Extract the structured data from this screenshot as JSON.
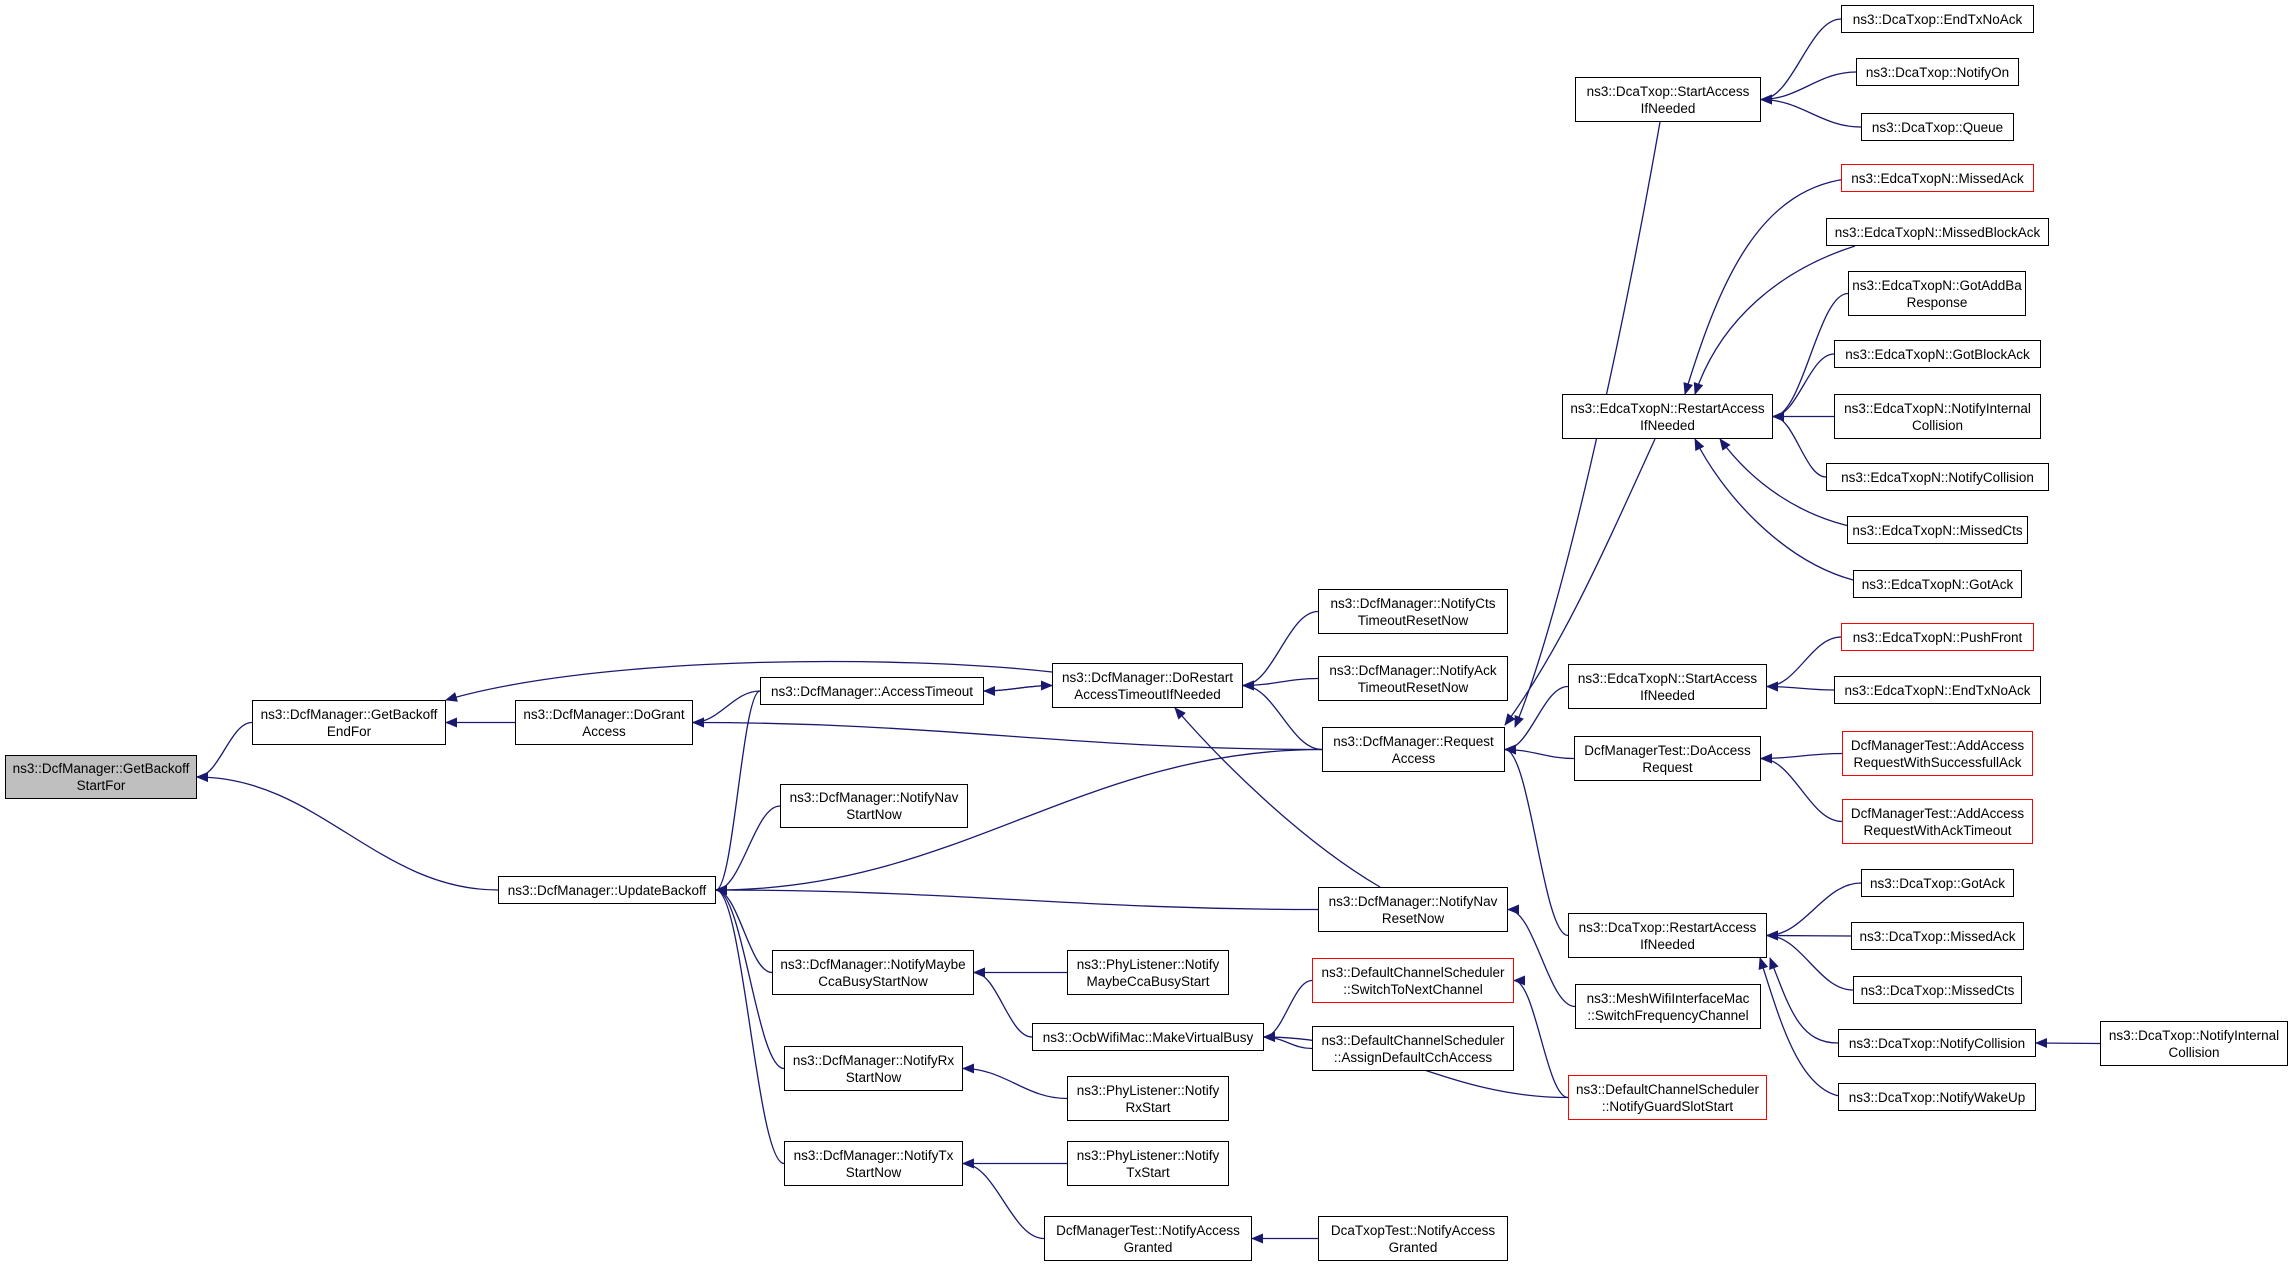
{
  "colors": {
    "edge": "#191970",
    "border": "#000000",
    "incomplete_border": "#ff0000",
    "focus_fill": "#bfbfbf"
  },
  "nodes": [
    {
      "id": "n00",
      "label": "ns3::DcfManager::GetBackoff\nStartFor",
      "style": "focus"
    },
    {
      "id": "n01",
      "label": "ns3::DcfManager::GetBackoff\nEndFor"
    },
    {
      "id": "n02",
      "label": "ns3::DcfManager::UpdateBackoff"
    },
    {
      "id": "n03",
      "label": "ns3::DcfManager::DoGrant\nAccess"
    },
    {
      "id": "n04",
      "label": "ns3::DcfManager::AccessTimeout"
    },
    {
      "id": "n05",
      "label": "ns3::DcfManager::NotifyNav\nStartNow"
    },
    {
      "id": "n06",
      "label": "ns3::DcfManager::NotifyMaybe\nCcaBusyStartNow"
    },
    {
      "id": "n07",
      "label": "ns3::DcfManager::NotifyRx\nStartNow"
    },
    {
      "id": "n08",
      "label": "ns3::DcfManager::NotifyTx\nStartNow"
    },
    {
      "id": "n09",
      "label": "ns3::DcfManager::DoRestart\nAccessTimeoutIfNeeded"
    },
    {
      "id": "n10",
      "label": "ns3::PhyListener::Notify\nMaybeCcaBusyStart"
    },
    {
      "id": "n11",
      "label": "ns3::OcbWifiMac::MakeVirtualBusy"
    },
    {
      "id": "n12",
      "label": "ns3::PhyListener::Notify\nRxStart"
    },
    {
      "id": "n13",
      "label": "ns3::PhyListener::Notify\nTxStart"
    },
    {
      "id": "n14",
      "label": "DcfManagerTest::NotifyAccess\nGranted"
    },
    {
      "id": "n15",
      "label": "ns3::DcfManager::NotifyCts\nTimeoutResetNow"
    },
    {
      "id": "n16",
      "label": "ns3::DcfManager::NotifyAck\nTimeoutResetNow"
    },
    {
      "id": "n17",
      "label": "ns3::DcfManager::Request\nAccess"
    },
    {
      "id": "n18",
      "label": "ns3::DcfManager::NotifyNav\nResetNow"
    },
    {
      "id": "n19",
      "label": "ns3::DefaultChannelScheduler\n::SwitchToNextChannel",
      "style": "red"
    },
    {
      "id": "n20",
      "label": "ns3::DefaultChannelScheduler\n::AssignDefaultCchAccess"
    },
    {
      "id": "n21",
      "label": "DcaTxopTest::NotifyAccess\nGranted"
    },
    {
      "id": "n22",
      "label": "ns3::DcaTxop::StartAccess\nIfNeeded"
    },
    {
      "id": "n23",
      "label": "ns3::EdcaTxopN::RestartAccess\nIfNeeded"
    },
    {
      "id": "n24",
      "label": "ns3::EdcaTxopN::StartAccess\nIfNeeded"
    },
    {
      "id": "n25",
      "label": "DcfManagerTest::DoAccess\nRequest"
    },
    {
      "id": "n26",
      "label": "ns3::DcaTxop::RestartAccess\nIfNeeded"
    },
    {
      "id": "n27",
      "label": "ns3::MeshWifiInterfaceMac\n::SwitchFrequencyChannel"
    },
    {
      "id": "n28",
      "label": "ns3::DefaultChannelScheduler\n::NotifyGuardSlotStart",
      "style": "red"
    },
    {
      "id": "n29",
      "label": "ns3::DcaTxop::EndTxNoAck"
    },
    {
      "id": "n30",
      "label": "ns3::DcaTxop::NotifyOn"
    },
    {
      "id": "n31",
      "label": "ns3::DcaTxop::Queue"
    },
    {
      "id": "n32",
      "label": "ns3::EdcaTxopN::MissedAck",
      "style": "red"
    },
    {
      "id": "n33",
      "label": "ns3::EdcaTxopN::MissedBlockAck"
    },
    {
      "id": "n34",
      "label": "ns3::EdcaTxopN::GotAddBa\nResponse"
    },
    {
      "id": "n35",
      "label": "ns3::EdcaTxopN::GotBlockAck"
    },
    {
      "id": "n36",
      "label": "ns3::EdcaTxopN::NotifyInternal\nCollision"
    },
    {
      "id": "n37",
      "label": "ns3::EdcaTxopN::NotifyCollision"
    },
    {
      "id": "n38",
      "label": "ns3::EdcaTxopN::MissedCts"
    },
    {
      "id": "n39",
      "label": "ns3::EdcaTxopN::GotAck"
    },
    {
      "id": "n40",
      "label": "ns3::EdcaTxopN::PushFront",
      "style": "red"
    },
    {
      "id": "n41",
      "label": "ns3::EdcaTxopN::EndTxNoAck"
    },
    {
      "id": "n42",
      "label": "DcfManagerTest::AddAccess\nRequestWithSuccessfullAck",
      "style": "red"
    },
    {
      "id": "n43",
      "label": "DcfManagerTest::AddAccess\nRequestWithAckTimeout",
      "style": "red"
    },
    {
      "id": "n44",
      "label": "ns3::DcaTxop::GotAck"
    },
    {
      "id": "n45",
      "label": "ns3::DcaTxop::MissedAck"
    },
    {
      "id": "n46",
      "label": "ns3::DcaTxop::MissedCts"
    },
    {
      "id": "n47",
      "label": "ns3::DcaTxop::NotifyCollision"
    },
    {
      "id": "n48",
      "label": "ns3::DcaTxop::NotifyWakeUp"
    },
    {
      "id": "n49",
      "label": "ns3::DcaTxop::NotifyInternal\nCollision"
    }
  ],
  "edges": [
    [
      "n01",
      "n00"
    ],
    [
      "n02",
      "n00"
    ],
    [
      "n03",
      "n01"
    ],
    [
      "n09",
      "n01"
    ],
    [
      "n04",
      "n02"
    ],
    [
      "n05",
      "n02"
    ],
    [
      "n06",
      "n02"
    ],
    [
      "n07",
      "n02"
    ],
    [
      "n08",
      "n02"
    ],
    [
      "n17",
      "n02"
    ],
    [
      "n18",
      "n02"
    ],
    [
      "n04",
      "n03"
    ],
    [
      "n17",
      "n03"
    ],
    [
      "n09",
      "n04"
    ],
    [
      "n10",
      "n06"
    ],
    [
      "n11",
      "n06"
    ],
    [
      "n12",
      "n07"
    ],
    [
      "n13",
      "n08"
    ],
    [
      "n14",
      "n08"
    ],
    [
      "n04",
      "n09"
    ],
    [
      "n15",
      "n09"
    ],
    [
      "n16",
      "n09"
    ],
    [
      "n17",
      "n09"
    ],
    [
      "n18",
      "n09"
    ],
    [
      "n19",
      "n11"
    ],
    [
      "n20",
      "n11"
    ],
    [
      "n28",
      "n11"
    ],
    [
      "n21",
      "n14"
    ],
    [
      "n22",
      "n17"
    ],
    [
      "n23",
      "n17"
    ],
    [
      "n24",
      "n17"
    ],
    [
      "n25",
      "n17"
    ],
    [
      "n26",
      "n17"
    ],
    [
      "n27",
      "n18"
    ],
    [
      "n28",
      "n19"
    ],
    [
      "n29",
      "n22"
    ],
    [
      "n30",
      "n22"
    ],
    [
      "n31",
      "n22"
    ],
    [
      "n32",
      "n23"
    ],
    [
      "n33",
      "n23"
    ],
    [
      "n34",
      "n23"
    ],
    [
      "n35",
      "n23"
    ],
    [
      "n36",
      "n23"
    ],
    [
      "n37",
      "n23"
    ],
    [
      "n38",
      "n23"
    ],
    [
      "n39",
      "n23"
    ],
    [
      "n40",
      "n24"
    ],
    [
      "n41",
      "n24"
    ],
    [
      "n42",
      "n25"
    ],
    [
      "n43",
      "n25"
    ],
    [
      "n44",
      "n26"
    ],
    [
      "n45",
      "n26"
    ],
    [
      "n46",
      "n26"
    ],
    [
      "n47",
      "n26"
    ],
    [
      "n48",
      "n26"
    ],
    [
      "n49",
      "n47"
    ]
  ]
}
